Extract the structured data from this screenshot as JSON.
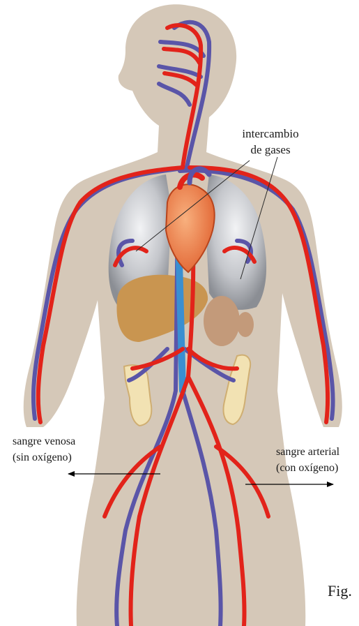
{
  "labels": {
    "gas_exchange_line1": "intercambio",
    "gas_exchange_line2": "de gases",
    "venous_line1": "sangre venosa",
    "venous_line2": "(sin oxígeno)",
    "arterial_line1": "sangre arterial",
    "arterial_line2": "(con oxígeno)",
    "figure_caption": "Fig."
  },
  "colors": {
    "background": "#ffffff",
    "body_silhouette": "#d5c8b8",
    "artery": "#e2231a",
    "vein": "#5a55a8",
    "vena_cava": "#3a8fd1",
    "heart": "#f08a55",
    "lung": "#b9bcc2",
    "liver": "#c99550",
    "intestine": "#f2e2b3",
    "arrow": "#000000"
  },
  "icons": {
    "arrow": "arrow-icon"
  }
}
